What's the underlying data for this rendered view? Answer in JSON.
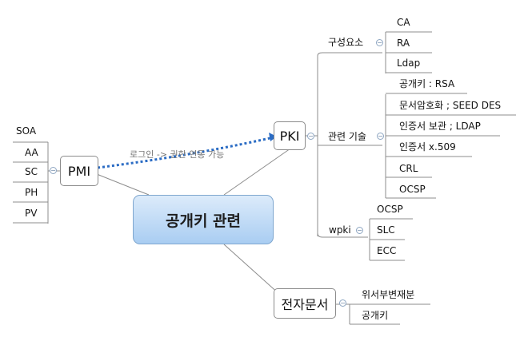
{
  "central": "공개키 관련",
  "relationship": "로그인 -> 권한 연동 가능",
  "pmi": {
    "label": "PMI",
    "children": [
      "SOA",
      "AA",
      "SC",
      "PH",
      "PV"
    ]
  },
  "pki": {
    "label": "PKI",
    "groups": [
      {
        "label": "구성요소",
        "children": [
          "CA",
          "RA",
          "Ldap"
        ]
      },
      {
        "label": "관련 기술",
        "children": [
          "공개키 : RSA",
          "문서암호화 ; SEED DES",
          "인증서 보관 ; LDAP",
          "인증서   x.509",
          "CRL",
          "OCSP"
        ]
      },
      {
        "label": "wpki",
        "children": [
          "OCSP",
          "SLC",
          "ECC"
        ]
      }
    ]
  },
  "doc": {
    "label": "전자문서",
    "children": [
      "위서부변재분",
      "공개키"
    ]
  },
  "colors": {
    "central_fill_top": "#dcebfa",
    "central_fill_bottom": "#a9cdf2",
    "relationship": "#2b6cc4",
    "lines": "#8c8c8c"
  }
}
